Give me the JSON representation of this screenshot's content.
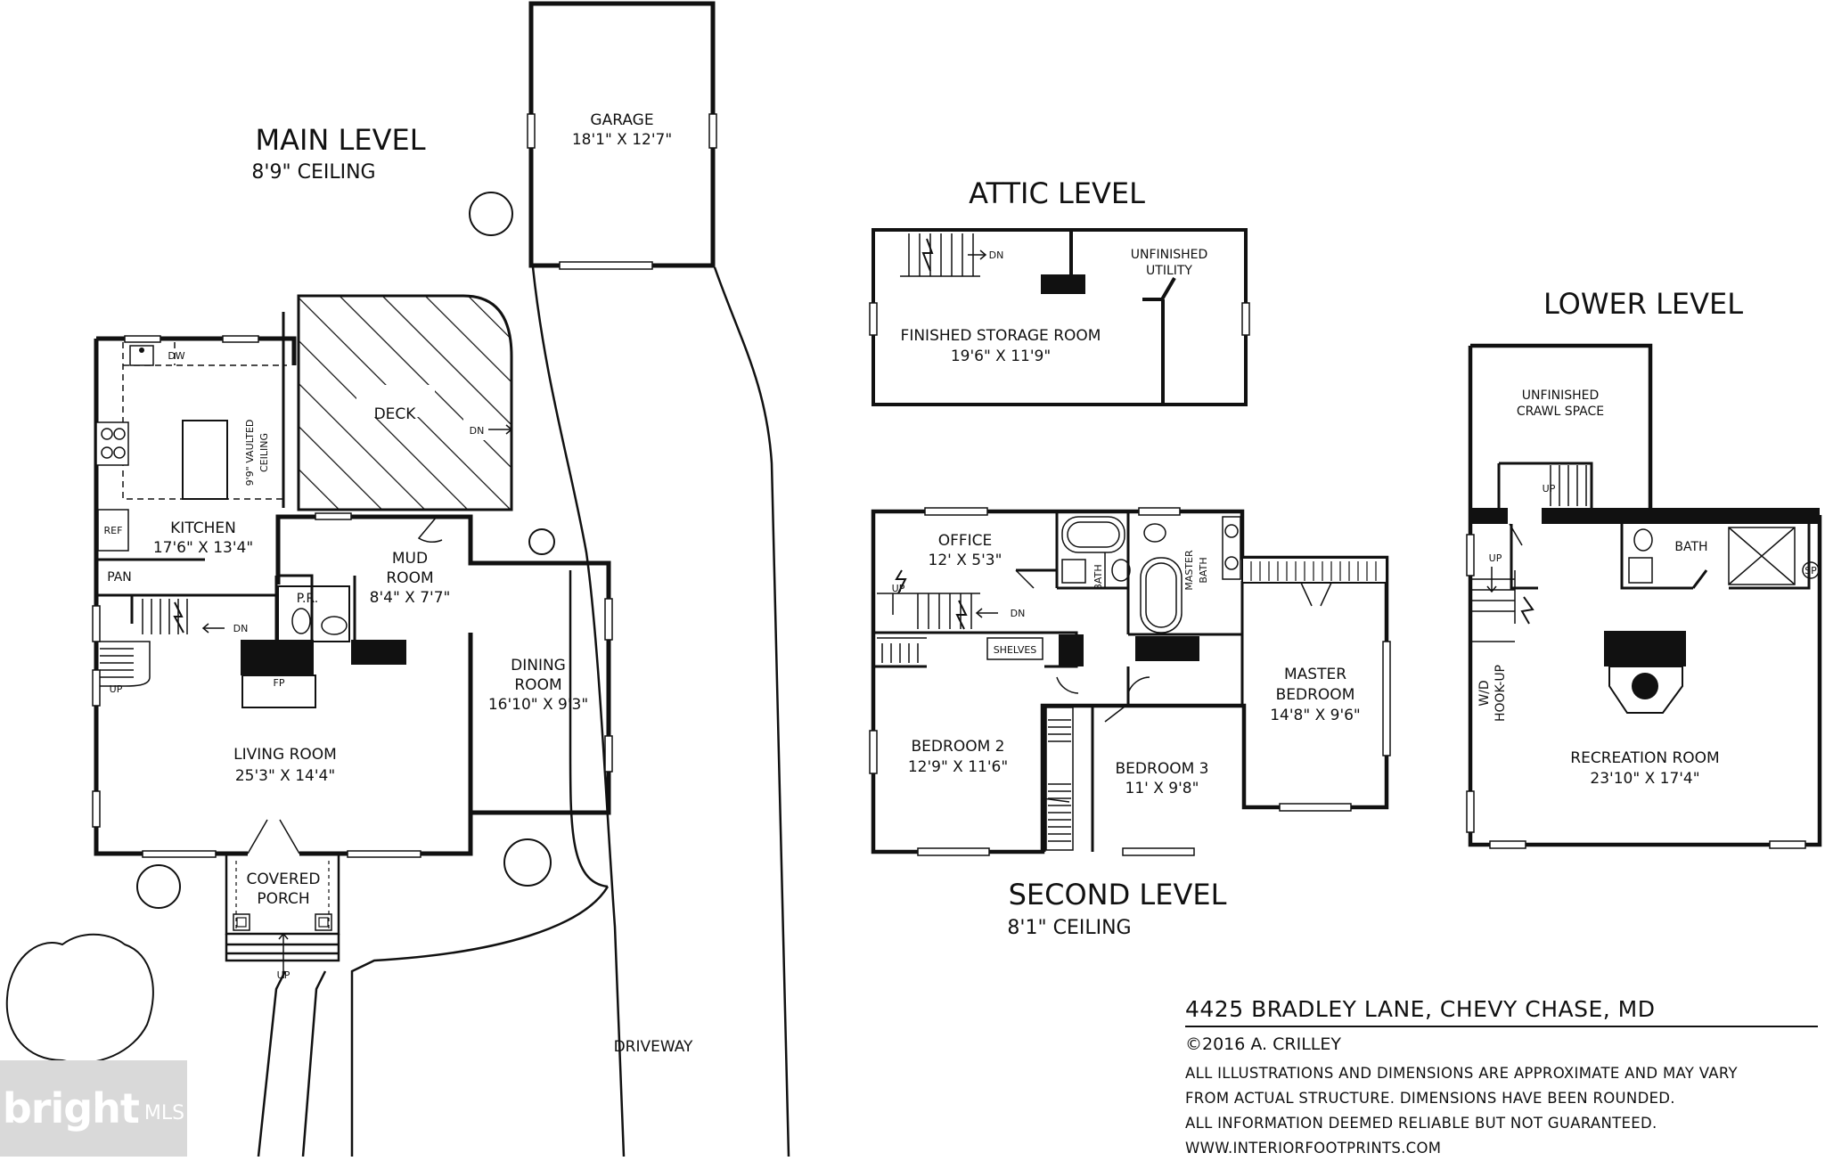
{
  "levels": {
    "main": {
      "title": "MAIN LEVEL",
      "ceiling": "8'9\" CEILING"
    },
    "attic": {
      "title": "ATTIC LEVEL"
    },
    "second": {
      "title": "SECOND LEVEL",
      "ceiling": "8'1\" CEILING"
    },
    "lower": {
      "title": "LOWER LEVEL"
    }
  },
  "rooms": {
    "garage": {
      "name": "GARAGE",
      "dims": "18'1\" X 12'7\""
    },
    "deck": {
      "name": "DECK"
    },
    "kitchen": {
      "name": "KITCHEN",
      "dims": "17'6\" X 13'4\""
    },
    "vaulted": {
      "line1": "9'9\" VAULTED",
      "line2": "CEILING"
    },
    "mud_room": {
      "line1": "MUD",
      "line2": "ROOM",
      "dims": "8'4\" X 7'7\""
    },
    "dining_room": {
      "line1": "DINING",
      "line2": "ROOM",
      "dims": "16'10\" X 9'3\""
    },
    "living_room": {
      "name": "LIVING ROOM",
      "dims": "25'3\" X 14'4\""
    },
    "covered_porch": {
      "line1": "COVERED",
      "line2": "PORCH"
    },
    "driveway": {
      "name": "DRIVEWAY"
    },
    "storage_room": {
      "name": "FINISHED STORAGE ROOM",
      "dims": "19'6\" X 11'9\""
    },
    "attic_utility": {
      "line1": "UNFINISHED",
      "line2": "UTILITY"
    },
    "office": {
      "name": "OFFICE",
      "dims": "12' X 5'3\""
    },
    "bedroom2": {
      "name": "BEDROOM 2",
      "dims": "12'9\" X 11'6\""
    },
    "bedroom3": {
      "name": "BEDROOM 3",
      "dims": "11' X 9'8\""
    },
    "master_bedroom": {
      "line1": "MASTER",
      "line2": "BEDROOM",
      "dims": "14'8\" X 9'6\""
    },
    "master_bath": {
      "line1": "MASTER",
      "line2": "BATH"
    },
    "crawl_space": {
      "line1": "UNFINISHED",
      "line2": "CRAWL SPACE"
    },
    "recreation_room": {
      "name": "RECREATION ROOM",
      "dims": "23'10\" X 17'4\""
    },
    "wd_hookup": {
      "line1": "W/D",
      "line2": "HOOK-UP"
    }
  },
  "labels": {
    "dw": "DW",
    "ref": "REF",
    "pan": "PAN",
    "dn": "DN",
    "up": "UP",
    "pr": "P.R.",
    "fp": "FP",
    "bath": "BATH",
    "shelves": "SHELVES",
    "sp": "SP"
  },
  "info": {
    "address": "4425 BRADLEY LANE, CHEVY CHASE, MD",
    "copyright": "©2016 A. CRILLEY",
    "disclaimer": [
      "ALL ILLUSTRATIONS AND DIMENSIONS ARE APPROXIMATE AND MAY VARY",
      "FROM ACTUAL STRUCTURE. DIMENSIONS HAVE BEEN ROUNDED.",
      "ALL INFORMATION DEEMED RELIABLE BUT NOT GUARANTEED.",
      "WWW.INTERIORFOOTPRINTS.COM"
    ]
  },
  "logo": {
    "brand": "bright",
    "suffix": "MLS"
  }
}
